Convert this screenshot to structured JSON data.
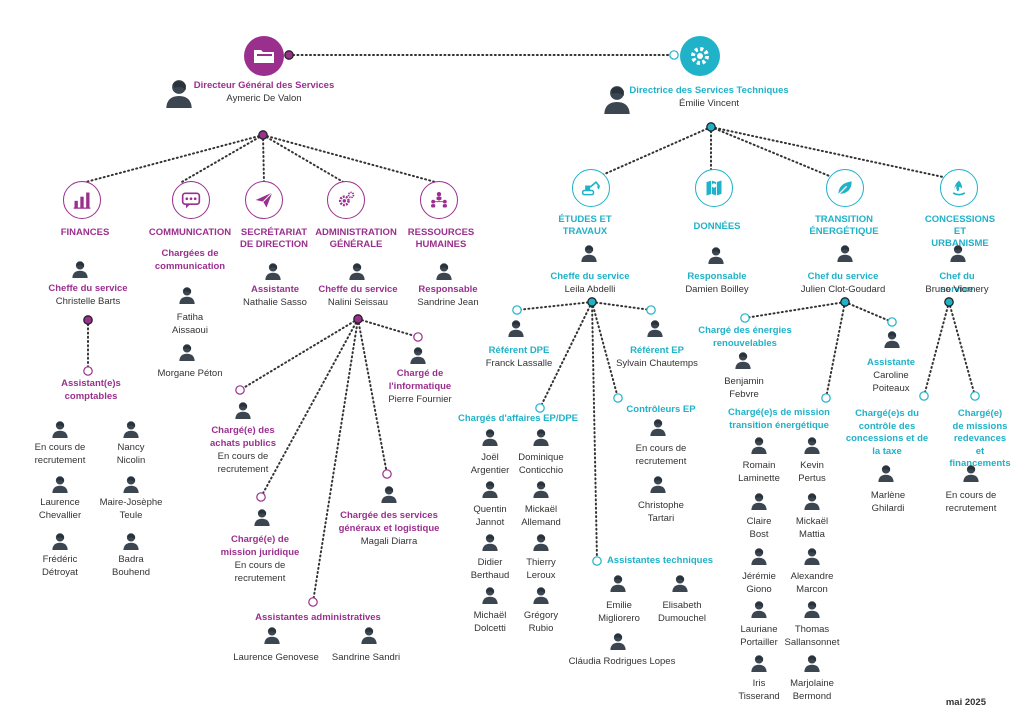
{
  "date": "mai 2025",
  "colors": {
    "purple": "#9b2f8e",
    "teal": "#1fb2c8",
    "person": "#3b4650"
  },
  "dgs": {
    "title": "Directeur Général des Services",
    "name": "Aymeric De Valon",
    "icon": "folder-icon"
  },
  "dst": {
    "title": "Directrice des Services Techniques",
    "name": "Émilie Vincent",
    "icon": "gear-icon"
  },
  "finances": {
    "label": "FINANCES",
    "head_role": "Cheffe du service",
    "head_name": "Christelle Barts",
    "assist_title": "Assistant(e)s\ncomptables",
    "people": [
      "En cours de\nrecrutement",
      "Nancy\nNicolin",
      "Laurence\nChevallier",
      "Maire-Josèphe\nTeule",
      "Frédéric\nDétroyat",
      "Badra\nBouhend"
    ]
  },
  "communication": {
    "label": "COMMUNICATION",
    "role": "Chargées de\ncommunication",
    "people": [
      "Fatiha\nAissaoui",
      "Morgane Péton"
    ]
  },
  "secretariat": {
    "label": "SECRÉTARIAT\nDE DIRECTION",
    "role": "Assistante",
    "name": "Nathalie Sasso"
  },
  "admin": {
    "label": "ADMINISTRATION\nGÉNÉRALE",
    "head_role": "Cheffe du service",
    "head_name": "Nalini Seissau",
    "informatique_role": "Chargé de\nl'informatique",
    "informatique_name": "Pierre Fournier",
    "achats_role": "Chargé(e) des\nachats publics",
    "achats_name": "En cours de\nrecrutement",
    "juridique_role": "Chargé(e) de\nmission juridique",
    "juridique_name": "En cours de\nrecrutement",
    "generaux_role": "Chargée des services\ngénéraux et logistique",
    "generaux_name": "Magali Diarra",
    "assist_title": "Assistantes administratives",
    "assist_people": [
      "Laurence Genovese",
      "Sandrine Sandri"
    ]
  },
  "rh": {
    "label": "RESSOURCES\nHUMAINES",
    "role": "Responsable",
    "name": "Sandrine Jean"
  },
  "etudes": {
    "label": "ÉTUDES ET\nTRAVAUX",
    "head_role": "Cheffe du service",
    "head_name": "Leila Abdelli",
    "dpe_role": "Référent DPE",
    "dpe_name": "Franck Lassalle",
    "ep_role": "Référent EP",
    "ep_name": "Sylvain Chautemps",
    "affaires_title": "Chargés d'affaires EP/DPE",
    "affaires_people": [
      "Joël\nArgentier",
      "Dominique\nConticchio",
      "Quentin\nJannot",
      "Mickaël\nAllemand",
      "Didier\nBerthaud",
      "Thierry\nLeroux",
      "Michaël\nDolcetti",
      "Grégory\nRubio"
    ],
    "controleurs_title": "Contrôleurs EP",
    "controleurs_people": [
      "En cours de\nrecrutement",
      "Christophe\nTartari"
    ],
    "assist_title": "Assistantes techniques",
    "assist_people": [
      "Emilie\nMigliorero",
      "Elisabeth\nDumouchel",
      "Cláudia Rodrigues Lopes"
    ]
  },
  "donnees": {
    "label": "DONNÉES",
    "role": "Responsable",
    "name": "Damien Boilley"
  },
  "transition": {
    "label": "TRANSITION\nÉNERGÉTIQUE",
    "head_role": "Chef du service",
    "head_name": "Julien Clot-Goudard",
    "energies_role": "Chargé des énergies\nrenouvelables",
    "energies_name": "Benjamin\nFebvre",
    "assist_role": "Assistante",
    "assist_name": "Caroline\nPoiteaux",
    "mission_title": "Chargé(e)s de mission\ntransition énergétique",
    "mission_people": [
      "Romain\nLaminette",
      "Kevin\nPertus",
      "Claire\nBost",
      "Mickaël\nMattia",
      "Jérémie\nGiono",
      "Alexandre\nMarcon",
      "Lauriane\nPortailler",
      "Thomas\nSallansonnet",
      "Iris\nTisserand",
      "Marjolaine\nBermond"
    ]
  },
  "concessions": {
    "label": "CONCESSIONS\nET URBANISME",
    "head_role": "Chef du service",
    "head_name": "Bruno Viornery",
    "controle_role": "Chargé(e)s du\ncontrôle des\nconcessions et de\nla taxe",
    "controle_name": "Marlène\nGhilardi",
    "redevances_role": "Chargé(e)\nde missions\nredevances et\nfinancements",
    "redevances_name": "En cours de\nrecrutement"
  }
}
